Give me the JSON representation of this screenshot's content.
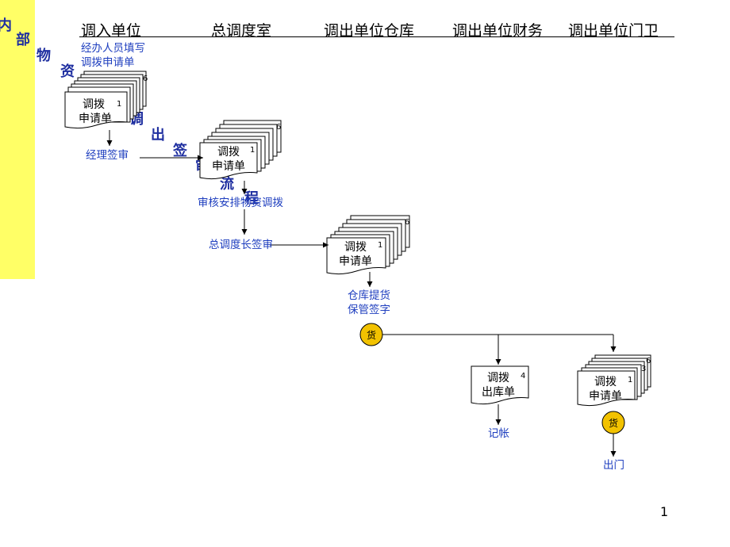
{
  "title_chars": [
    "内",
    "部",
    "物",
    "资",
    "调",
    "出",
    "签",
    "审",
    "流",
    "程"
  ],
  "headers": [
    "调入单位",
    "总调度室",
    "调出单位仓库",
    "调出单位财务",
    "调出单位门卫"
  ],
  "labels": {
    "fill_form": "经办人员填写",
    "fill_form2": "调拨申请单",
    "manager_sign": "经理签审",
    "review_arrange": "审核安排物资调拨",
    "chief_sign": "总调度长签审",
    "warehouse_1": "仓库提货",
    "warehouse_2": "保管签字",
    "bookkeeping": "记帐",
    "exit_gate": "出门"
  },
  "doc_stacks": [
    {
      "line1": "调拨",
      "line2": "申请单",
      "first_num": "1",
      "last_num": "6"
    },
    {
      "line1": "调拨",
      "line2": "申请单",
      "first_num": "1",
      "last_num": "6"
    },
    {
      "line1": "调拨",
      "line2": "申请单",
      "first_num": "1",
      "last_num": "6"
    },
    {
      "line1": "调拨",
      "line2": "申请单",
      "first_num": "1",
      "last_num": "6",
      "extra_num": "3"
    }
  ],
  "single_doc": {
    "line1": "调拨",
    "line2": "出库单",
    "num": "4"
  },
  "goods_label": "货",
  "page_number": "1",
  "colors": {
    "sidebar": "#ffff66",
    "text_blue": "#1f3fbf",
    "goods_circle": "#f2c200"
  }
}
